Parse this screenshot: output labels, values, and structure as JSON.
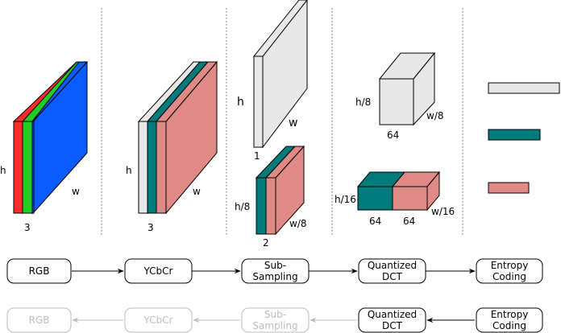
{
  "colors": {
    "red": "#ff2a2a",
    "green": "#22cc22",
    "blue": "#0a5cff",
    "light_gray": "#e8e8e8",
    "teal": "#007a7a",
    "salmon": "#df8a87",
    "faded": "#bdbdbd"
  },
  "stage1": {
    "h": "h",
    "w": "w",
    "count": "3"
  },
  "stage2": {
    "h": "h",
    "w": "w",
    "count": "3"
  },
  "stage3": {
    "luma": {
      "h": "h",
      "w": "w",
      "count": "1"
    },
    "chroma": {
      "h": "h/8",
      "w": "w/8",
      "count": "2"
    }
  },
  "stage4": {
    "luma": {
      "h": "h/8",
      "w": "w/8",
      "count": "64"
    },
    "chroma": {
      "h": "h/16",
      "w": "w/16",
      "count_a": "64",
      "count_b": "64"
    }
  },
  "pipeline": {
    "forward": [
      {
        "line1": "RGB",
        "line2": ""
      },
      {
        "line1": "YCbCr",
        "line2": ""
      },
      {
        "line1": "Sub-",
        "line2": "Sampling"
      },
      {
        "line1": "Quantized",
        "line2": "DCT"
      },
      {
        "line1": "Entropy",
        "line2": "Coding"
      }
    ],
    "reverse": [
      {
        "line1": "RGB",
        "line2": ""
      },
      {
        "line1": "YCbCr",
        "line2": ""
      },
      {
        "line1": "Sub-",
        "line2": "Sampling"
      },
      {
        "line1": "Quantized",
        "line2": "DCT"
      },
      {
        "line1": "Entropy",
        "line2": "Coding"
      }
    ]
  }
}
